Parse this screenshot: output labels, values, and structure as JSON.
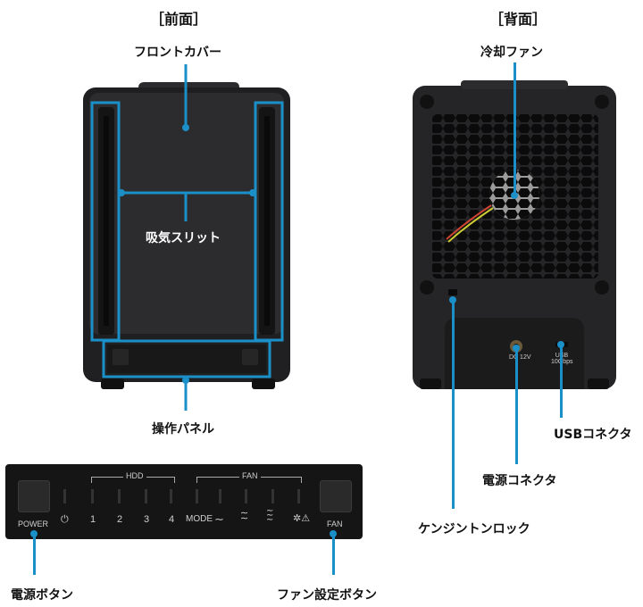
{
  "front": {
    "title": "［前面］",
    "cover_label": "フロントカバー",
    "vent_label": "吸気スリット",
    "panel_label": "操作パネル"
  },
  "back": {
    "title": "［背面］",
    "fan_label": "冷却ファン",
    "usb_label": "USBコネクタ",
    "power_connector_label": "電源コネクタ",
    "kensington_label": "ケンジントンロック",
    "usb_port_text": "USB 10Gbps",
    "dc_port_text": "DC 12V"
  },
  "control_panel": {
    "power_text": "POWER",
    "fan_text": "FAN",
    "hdd_group": "HDD",
    "fan_group": "FAN",
    "hdd_numbers": [
      "1",
      "2",
      "3",
      "4"
    ],
    "mode_text": "MODE",
    "power_button_label": "電源ボタン",
    "fan_button_label": "ファン設定ボタン"
  },
  "colors": {
    "accent": "#1a8fc8",
    "device": "#2b2b2d"
  }
}
